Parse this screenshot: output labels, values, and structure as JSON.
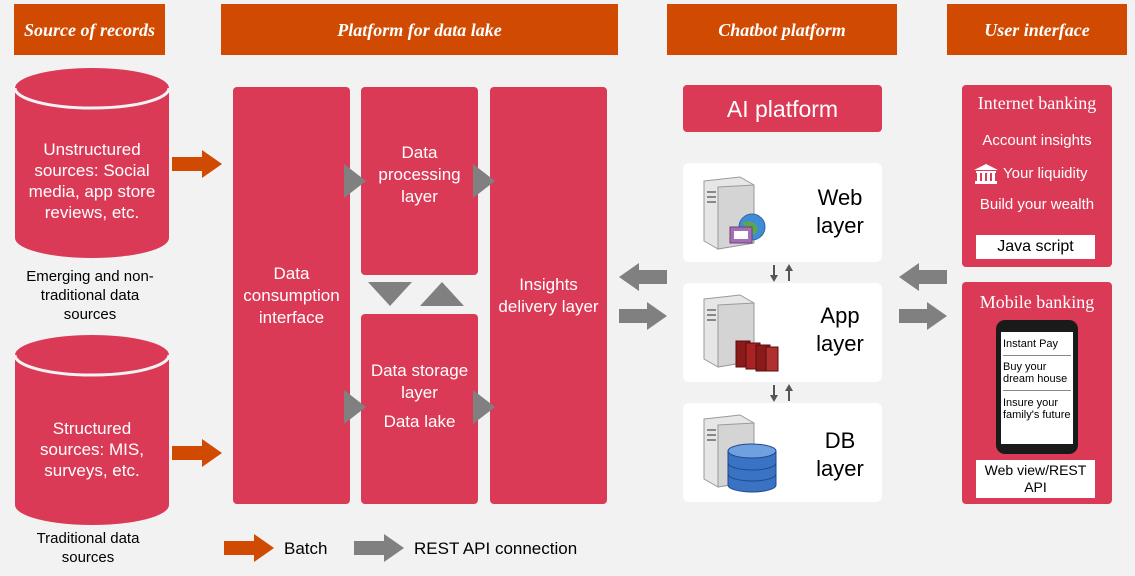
{
  "headers": {
    "sources": "Source of records",
    "platform": "Platform for data lake",
    "chatbot": "Chatbot platform",
    "ui": "User interface"
  },
  "sources": {
    "unstructured": "Unstructured sources: Social media, app store reviews, etc.",
    "unstructured_caption": "Emerging and non-traditional data sources",
    "structured": "Structured sources: MIS, surveys, etc.",
    "structured_caption": "Traditional data sources"
  },
  "data_lake": {
    "consumption": "Data consumption interface",
    "processing": "Data processing layer",
    "storage": "Data storage layer",
    "storage_sub": "Data lake",
    "insights": "Insights delivery layer"
  },
  "chatbot": {
    "ai_platform": "AI platform",
    "web_layer": "Web layer",
    "app_layer": "App layer",
    "db_layer": "DB layer"
  },
  "ui": {
    "internet_banking": {
      "title": "Internet banking",
      "items": [
        "Account insights",
        "Your liquidity",
        "Build your wealth"
      ],
      "tech": "Java script"
    },
    "mobile_banking": {
      "title": "Mobile banking",
      "phone_items": [
        "Instant Pay",
        "Buy your dream house",
        "Insure your family's future"
      ],
      "tech": "Web view/REST API"
    }
  },
  "legend": {
    "batch": "Batch",
    "rest": "REST API connection"
  },
  "colors": {
    "header": "#d04a02",
    "block": "#db3a56",
    "batch_arrow": "#d04a02",
    "rest_arrow": "#808080"
  }
}
